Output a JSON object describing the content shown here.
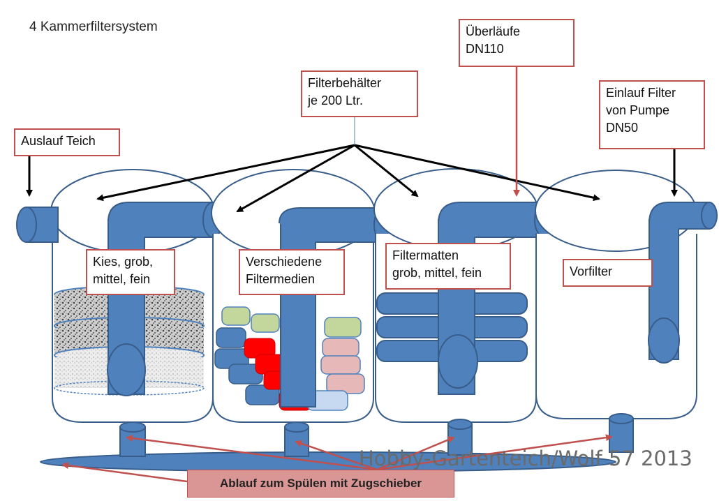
{
  "title": "4 Kammerfiltersystem",
  "labels": {
    "auslauf_teich": [
      "Auslauf Teich"
    ],
    "filterbehaelter": [
      "Filterbehälter",
      "je 200 Ltr."
    ],
    "ueberlaeufe": [
      "Überläufe",
      "DN110"
    ],
    "einlauf": [
      "Einlauf Filter",
      "von Pumpe",
      "DN50"
    ],
    "kies": [
      "Kies, grob,",
      "mittel, fein"
    ],
    "filtermedien": [
      "Verschiedene",
      "Filtermedien"
    ],
    "filtermatten": [
      "Filtermatten",
      "grob, mittel, fein"
    ],
    "vorfilter": [
      "Vorfilter"
    ]
  },
  "bottom_label": "Ablauf zum Spülen mit Zugschieber",
  "watermark": "Hobby-Gartenteich/Wolf 57 2013",
  "colors": {
    "pipe": "#4f81bd",
    "pipe_stroke": "#385d8a",
    "label_border": "#c0504d",
    "bottom_label_fill": "#d99694",
    "media_green": "#c3d69b",
    "media_red": "#ff0000",
    "media_pink": "#e6b9b8",
    "media_lightblue": "#c6d9f1",
    "gravel": "#9a9a9a"
  }
}
